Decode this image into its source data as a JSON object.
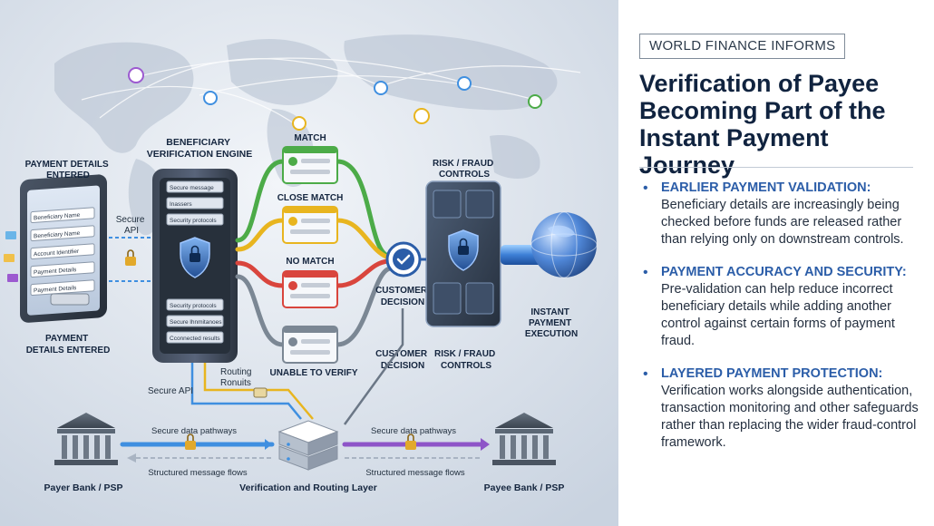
{
  "diagram": {
    "labels": {
      "payment_details_top": [
        "PAYMENT DETAILS",
        "ENTERED"
      ],
      "payment_details_bottom": [
        "PAYMENT",
        "DETAILS ENTERED"
      ],
      "engine": [
        "BENEFICIARY",
        "VERIFICATION ENGINE"
      ],
      "secure_api_top": [
        "Secure",
        "API"
      ],
      "secure_api_bottom": "Secure API",
      "routing": [
        "Routing",
        "Ronuits"
      ],
      "match": "MATCH",
      "close_match": "CLOSE MATCH",
      "no_match": "NO MATCH",
      "unable": "UNABLE TO VERIFY",
      "customer_decision_mid": [
        "CUSTOMER",
        "DECISION"
      ],
      "customer_decision_low": [
        "CUSTOMER",
        "DECISION"
      ],
      "risk_top": [
        "RISK / FRAUD",
        "CONTROLS"
      ],
      "risk_low": [
        "RISK / FRAUD",
        "CONTROLS"
      ],
      "instant": [
        "INSTANT",
        "PAYMENT",
        "EXECUTION"
      ],
      "secure_pathways_left": "Secure data pathways",
      "secure_pathways_right": "Secure data pathways",
      "structured_left": "Structured message flows",
      "structured_right": "Structured message flows",
      "payer_bank": "Payer Bank / PSP",
      "payee_bank": "Payee Bank / PSP",
      "routing_layer": "Verification and Routing Layer"
    },
    "form_fields": [
      "Beneficiary Name",
      "Beneficiary Name",
      "Account Identifier",
      "Payment Details",
      "Payment Details"
    ],
    "engine_items_top": [
      "Secure message",
      "Inassers",
      "Security protocols"
    ],
    "engine_items_bottom": [
      "Security protocols",
      "Secure lhnmitanoes",
      "Cconnected results"
    ],
    "colors": {
      "match": "#4cab48",
      "close_match": "#e8b51f",
      "no_match": "#d9453d",
      "unable": "#7b8794",
      "accent": "#2b5da8",
      "secure_flow": "#3f8fe0",
      "structured_flow": "#8e55c8"
    }
  },
  "panel": {
    "brand": "WORLD FINANCE INFORMS",
    "title": "Verification of Payee Becoming Part of the Instant Payment Journey",
    "points": [
      {
        "heading": "EARLIER PAYMENT VALIDATION:",
        "body": "Beneficiary details are increasingly being checked before funds are released rather than relying only on downstream controls."
      },
      {
        "heading": "PAYMENT ACCURACY AND SECURITY:",
        "body": "Pre-validation can help reduce incorrect beneficiary details while adding another control against certain forms of payment fraud."
      },
      {
        "heading": "LAYERED PAYMENT PROTECTION:",
        "body": "Verification works alongside authentication, transaction monitoring and other safeguards rather than replacing the wider fraud-control framework."
      }
    ]
  }
}
